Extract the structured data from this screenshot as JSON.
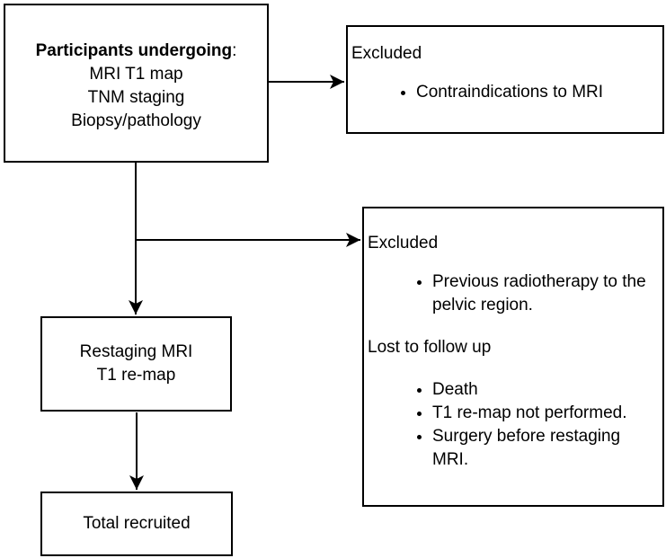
{
  "figure": {
    "type": "participant-flow-diagram",
    "colors": {
      "background": "#ffffff",
      "line": "#000000",
      "text": "#000000"
    }
  },
  "boxes": {
    "participants": {
      "heading_bold": "Participants undergoing",
      "heading_suffix": ":",
      "lines": [
        "MRI T1 map",
        "TNM staging",
        "Biopsy/pathology"
      ]
    },
    "excluded_top": {
      "title": "Excluded",
      "bullets": [
        "Contraindications to MRI"
      ]
    },
    "excluded_mid": {
      "title": "Excluded",
      "bullets_excluded": [
        "Previous radiotherapy to the pelvic region."
      ],
      "subtitle": "Lost to follow up",
      "bullets_lost": [
        "Death",
        "T1 re-map not performed.",
        "Surgery before restaging MRI."
      ]
    },
    "restaging": {
      "lines": [
        "Restaging MRI",
        "T1 re-map"
      ]
    },
    "total": {
      "label": "Total recruited"
    }
  }
}
